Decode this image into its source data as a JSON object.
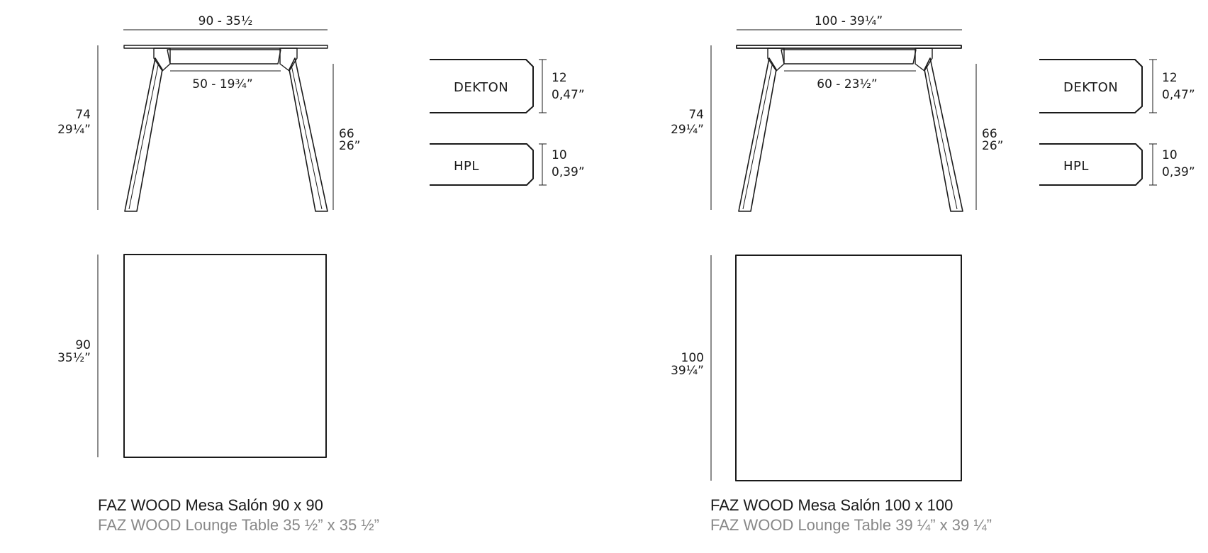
{
  "tables": [
    {
      "id": "table-90",
      "top_width": "90 - 35½",
      "frame_width": "50 - 19¾”",
      "height_cm": "74",
      "height_in": "29¼”",
      "leg_height_cm": "66",
      "leg_height_in": "26”",
      "plan_depth_cm": "90",
      "plan_depth_in": "35½”",
      "materials": [
        {
          "name": "DEKTON",
          "thickness_mm": "12",
          "thickness_in": "0,47”"
        },
        {
          "name": "HPL",
          "thickness_mm": "10",
          "thickness_in": "0,39”"
        }
      ],
      "caption_es": "FAZ WOOD Mesa Salón 90 x 90",
      "caption_en": "FAZ WOOD Lounge Table 35 ½” x 35 ½”"
    },
    {
      "id": "table-100",
      "top_width": "100 - 39¼”",
      "frame_width": "60 - 23½”",
      "height_cm": "74",
      "height_in": "29¼”",
      "leg_height_cm": "66",
      "leg_height_in": "26”",
      "plan_depth_cm": "100",
      "plan_depth_in": "39¼”",
      "materials": [
        {
          "name": "DEKTON",
          "thickness_mm": "12",
          "thickness_in": "0,47”"
        },
        {
          "name": "HPL",
          "thickness_mm": "10",
          "thickness_in": "0,39”"
        }
      ],
      "caption_es": "FAZ WOOD Mesa Salón 100 x 100",
      "caption_en": "FAZ WOOD Lounge Table 39 ¼” x 39 ¼”"
    }
  ]
}
